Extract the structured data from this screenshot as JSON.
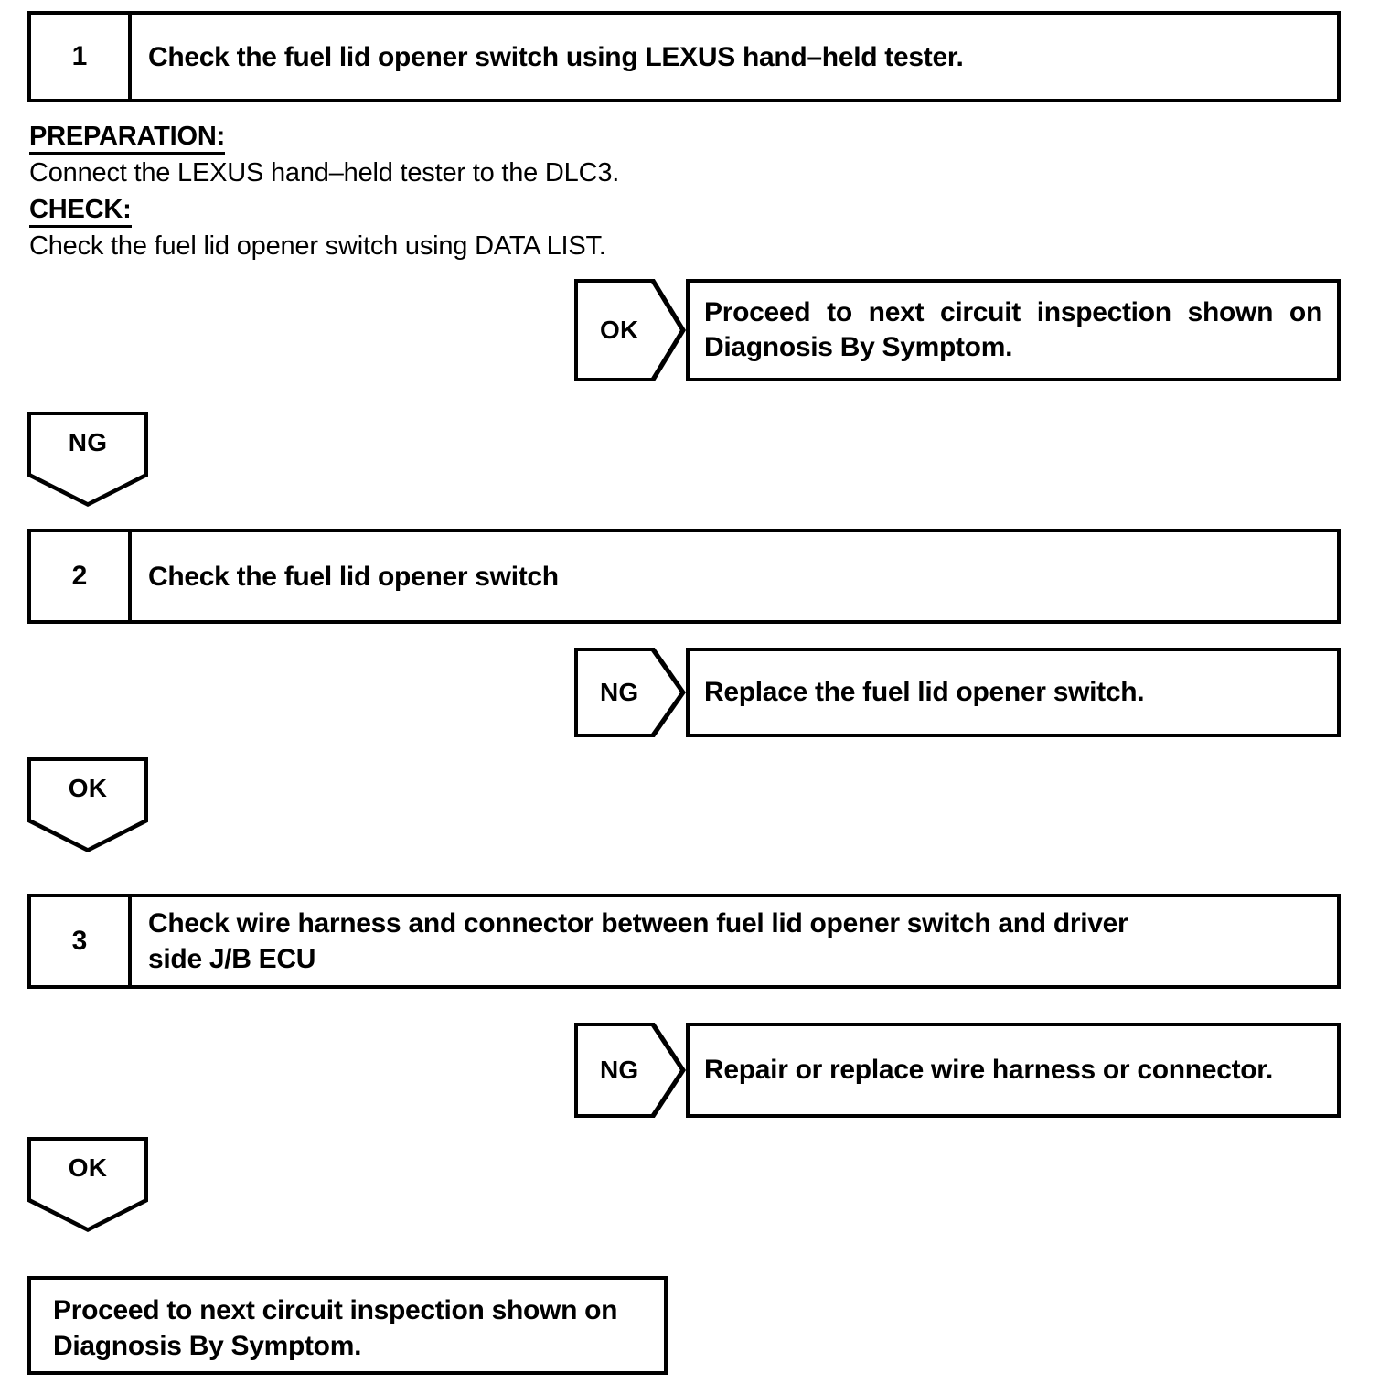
{
  "document": {
    "type": "diagnostic-flowchart",
    "colors": {
      "ink": "#000000",
      "background": "#ffffff"
    }
  },
  "step1": {
    "number": "1",
    "title": "Check the fuel lid opener switch using LEXUS hand–held tester."
  },
  "preparation": {
    "heading": "PREPARATION:",
    "body": "Connect the LEXUS hand–held tester to the DLC3."
  },
  "check": {
    "heading": "CHECK:",
    "body": "Check the fuel lid opener switch using DATA LIST."
  },
  "branch_ok_1": {
    "label": "OK",
    "result_line1": "Proceed to next circuit inspection shown on",
    "result_line2": "Diagnosis By Symptom."
  },
  "branch_ng_1": {
    "label": "NG"
  },
  "step2": {
    "number": "2",
    "title": "Check the fuel lid opener switch"
  },
  "branch_ng_2": {
    "label": "NG",
    "result": "Replace the fuel lid opener switch."
  },
  "branch_ok_2": {
    "label": "OK"
  },
  "step3": {
    "number": "3",
    "title": "Check wire harness and connector between fuel lid opener switch and driver\nside J/B ECU"
  },
  "branch_ng_3": {
    "label": "NG",
    "result": "Repair or replace wire harness or connector."
  },
  "branch_ok_3": {
    "label": "OK"
  },
  "final": {
    "text": "Proceed to next circuit inspection shown on\nDiagnosis By Symptom."
  }
}
